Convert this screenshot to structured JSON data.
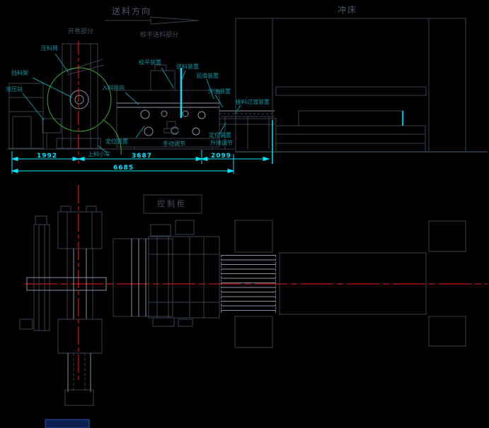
{
  "drawing": {
    "type": "cad-press-feed-line-layout",
    "background": "#000000"
  },
  "colors": {
    "line_dark": "#39424e",
    "line_light": "#8a93a3",
    "dim_cyan": "#00e4ff",
    "callout_cyan": "#0f97a6",
    "centerline_red": "#ff1a1a",
    "coil_green": "#3fae2e",
    "box_blue": "#2a52b8"
  },
  "front_view": {
    "direction_label": "送料方向",
    "press_label": "冲床",
    "section_labels": {
      "uncoiler": "开卷部分",
      "leveler_feeder": "校平送料部分"
    },
    "callouts": [
      {
        "text": "压料臂"
      },
      {
        "text": "挡料架"
      },
      {
        "text": "液压站"
      },
      {
        "text": "校平装置"
      },
      {
        "text": "送料装置"
      },
      {
        "text": "润滑装置"
      },
      {
        "text": "入料导向"
      },
      {
        "text": "涂油装置"
      },
      {
        "text": "接料过渡装置"
      },
      {
        "text": "定位装置"
      },
      {
        "text": "手动调节"
      },
      {
        "text": "定位装置"
      },
      {
        "text": "升降调节"
      },
      {
        "text": "上料小车"
      }
    ],
    "dimensions": {
      "d1": "1992",
      "d2": "3687",
      "d3": "2099",
      "total": "6685"
    }
  },
  "plan_view": {
    "cabinet_label": "控制柜"
  }
}
